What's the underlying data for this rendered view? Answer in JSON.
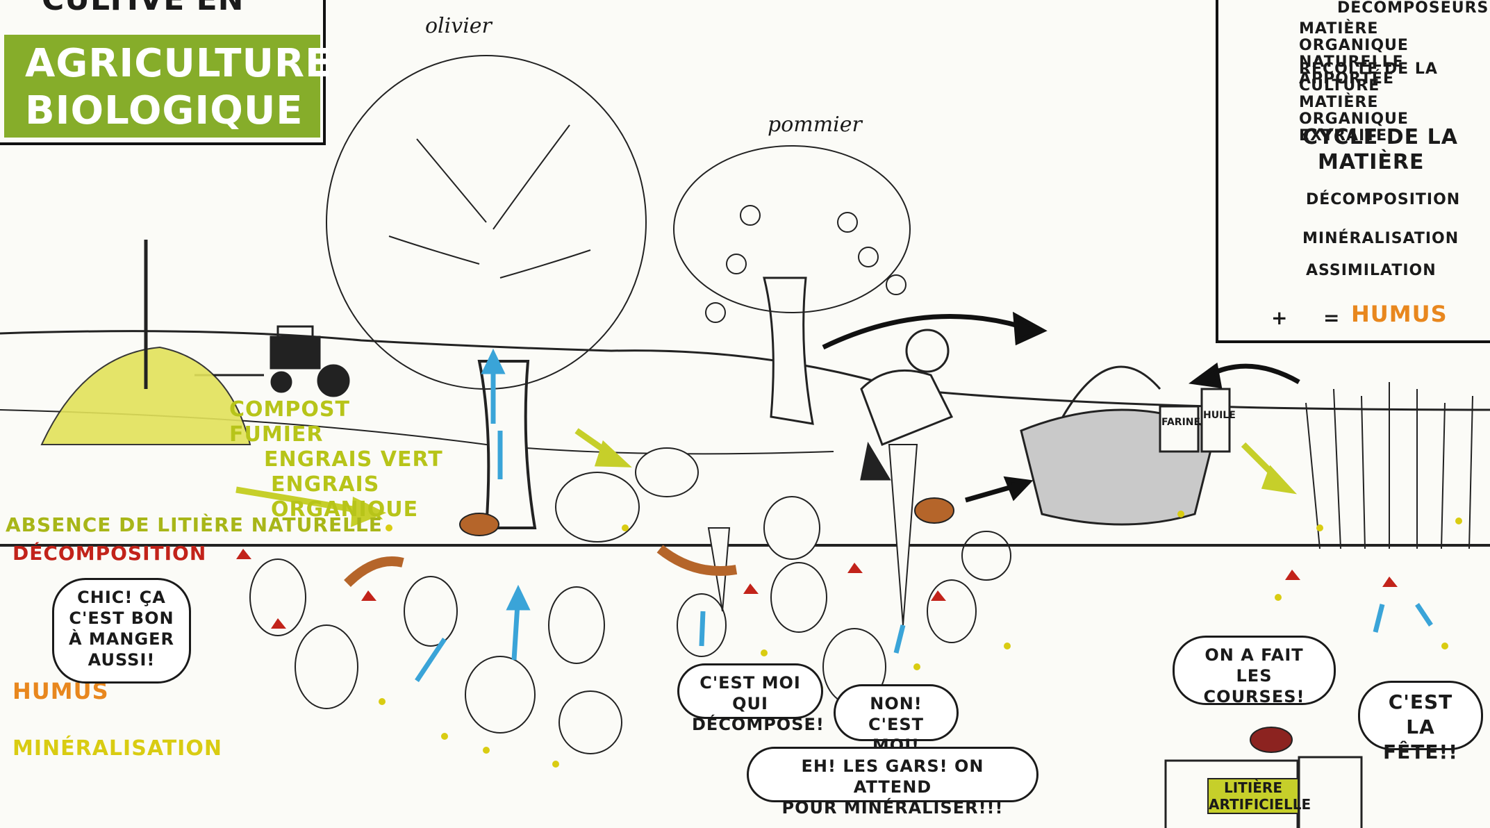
{
  "title": {
    "top_line": "CULTIVÉ EN",
    "main_line1": "AGRICULTURE",
    "main_line2": "BIOLOGIQUE",
    "green": "#86ad2a"
  },
  "trees": {
    "olive": "olivier",
    "apple": "pommier"
  },
  "inputs_label": {
    "line1": "COMPOST",
    "line2": "FUMIER",
    "line3": "ENGRAIS VERT",
    "line4": "ENGRAIS",
    "line5": "ORGANIQUE"
  },
  "left_labels": {
    "litter": "ABSENCE DE LITIÈRE NATURELLE",
    "decomposition": "DÉCOMPOSITION",
    "humus": "HUMUS",
    "mineralisation": "MINÉRALISATION"
  },
  "legend": {
    "decomposers": "DÉCOMPOSEURS",
    "organic_matter_line1": "MATIÈRE ORGANIQUE",
    "organic_matter_line2": "NATURELLE APPORTÉE",
    "harvest_line1": "RÉCOLTE DE LA CULTURE",
    "harvest_line2": "MATIÈRE ORGANIQUE",
    "harvest_line3": "EXTRAITE",
    "cycle_line1": "CYCLE DE LA",
    "cycle_line2": "MATIÈRE",
    "decomposition": "DÉCOMPOSITION",
    "mineralisation": "MINÉRALISATION",
    "assimilation": "ASSIMILATION",
    "humus_eq": "HUMUS",
    "plus": "+",
    "equals": "="
  },
  "bubbles": {
    "chic_line1": "CHIC! ÇA",
    "chic_line2": "C'EST BON",
    "chic_line3": "À MANGER",
    "chic_line4": "AUSSI!",
    "decompose_line1": "C'EST MOI QUI",
    "decompose_line2": "DÉCOMPOSE!",
    "non_line1": "NON!",
    "non_line2": "C'EST MOI!",
    "gars_line1": "EH! LES GARS! ON ATTEND",
    "gars_line2": "POUR MINÉRALISER!!!",
    "courses_line1": "ON A FAIT",
    "courses_line2": "LES COURSES!",
    "fete_line1": "C'EST",
    "fete_line2": "LA FÊTE!!"
  },
  "basket": {
    "farine": "FARINE",
    "huile": "HUILE"
  },
  "fridge": {
    "line1": "LITIÈRE",
    "line2": "ARTIFICIELLE"
  },
  "colors": {
    "green_label": "#b7c419",
    "red": "#c2231a",
    "orange": "#e8871e",
    "yellow": "#d9cc12",
    "blue": "#3aa4d8",
    "worm": "#b5652a"
  }
}
